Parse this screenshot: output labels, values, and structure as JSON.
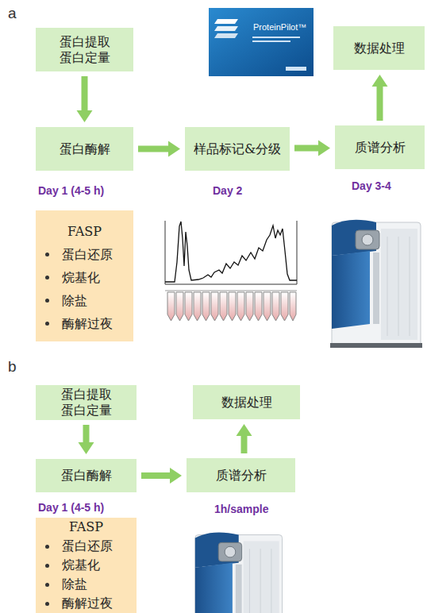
{
  "diagram": {
    "nodes": [
      {
        "text": [
          "蛋白提取 蛋白定量"
        ]
      },
      {
        "text": [
          "蛋白酶解"
        ]
      },
      {
        "text": [
          "样品标记&分级"
        ]
      },
      {
        "text": [
          "质谱分析"
        ]
      },
      {
        "text": [
          "数据处理"
        ]
      },
      {
        "text": [
          "FASP",
          "蛋白还原",
          "烷基化",
          "除盐",
          "酶解过夜"
        ]
      },
      {
        "text": [
          "蛋白提取 蛋白定量"
        ]
      },
      {
        "text": [
          "蛋白酶解"
        ]
      },
      {
        "text": [
          "质谱分析"
        ]
      },
      {
        "text": [
          "数据处理"
        ]
      },
      {
        "text": [
          "FASP",
          "蛋白还原",
          "烷基化",
          "除盐",
          "酶解过夜"
        ]
      }
    ],
    "edges": [
      {
        "from": 0,
        "to": 1,
        "arrow": "to"
      },
      {
        "from": 1,
        "to": 2,
        "arrow": "to"
      },
      {
        "from": 2,
        "to": 3,
        "arrow": "to"
      },
      {
        "from": 3,
        "to": 4,
        "arrow": "to"
      },
      {
        "from": 6,
        "to": 7,
        "arrow": "to"
      },
      {
        "from": 7,
        "to": 8,
        "arrow": "to"
      },
      {
        "from": 8,
        "to": 9,
        "arrow": "to"
      }
    ],
    "labels": [
      "a",
      "ProteinPilot™",
      "Day 1 (4-5 h)",
      "Day 2",
      "Day 3-4",
      "b",
      "Day 1 (4-5 h)",
      "1h/sample"
    ]
  }
}
